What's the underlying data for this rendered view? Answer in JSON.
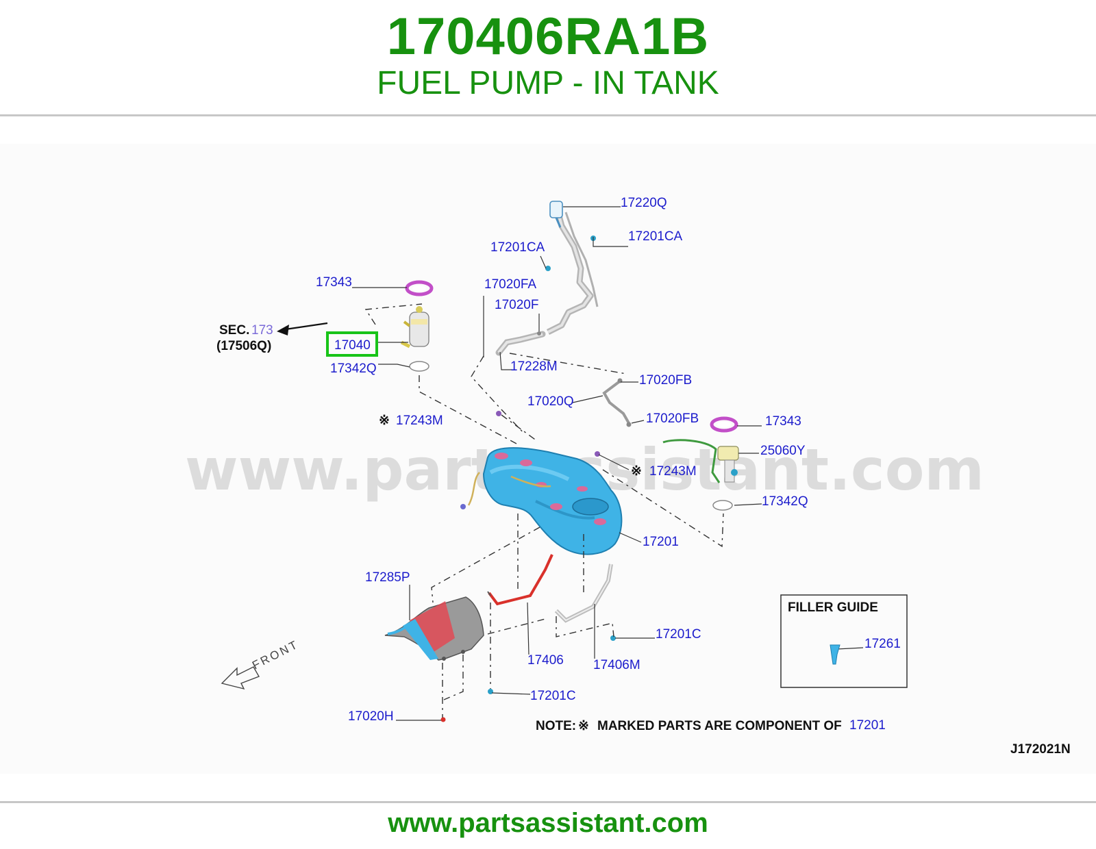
{
  "header": {
    "part_number": "170406RA1B",
    "description": "FUEL PUMP - IN TANK"
  },
  "watermark": "www.partsassistant.com",
  "footer": {
    "url": "www.partsassistant.com"
  },
  "diagram": {
    "code": "J172021N",
    "sec_ref": {
      "prefix": "SEC.",
      "number": "173",
      "sub": "(17506Q)"
    },
    "front_label": "FRONT",
    "filler_guide_title": "FILLER GUIDE",
    "note": {
      "prefix": "NOTE:",
      "text": "MARKED PARTS ARE COMPONENT OF",
      "part": "17201"
    },
    "highlighted_part": "17040",
    "marked_symbol": "※",
    "labels": {
      "p17220Q": "17220Q",
      "p17201CA_r": "17201CA",
      "p17201CA_l": "17201CA",
      "p17343_l": "17343",
      "p17020FA": "17020FA",
      "p17020F": "17020F",
      "p17342Q_l": "17342Q",
      "p17228M": "17228M",
      "p17020FB_a": "17020FB",
      "p17020Q": "17020Q",
      "p17020FB_b": "17020FB",
      "p17243M_l": "17243M",
      "p17343_r": "17343",
      "p25060Y": "25060Y",
      "p17243M_r": "17243M",
      "p17342Q_r": "17342Q",
      "p17201": "17201",
      "p17285P": "17285P",
      "p17201C_r": "17201C",
      "p17406": "17406",
      "p17406M": "17406M",
      "p17201C_b": "17201C",
      "p17020H": "17020H",
      "p17261": "17261"
    },
    "colors": {
      "brand_green": "#17910f",
      "label_blue": "#1c1ccc",
      "tank_blue": "#3fb3e6",
      "gasket_magenta": "#c24fc8",
      "strap_red": "#d9312b",
      "highlight_green": "#18c418"
    }
  }
}
